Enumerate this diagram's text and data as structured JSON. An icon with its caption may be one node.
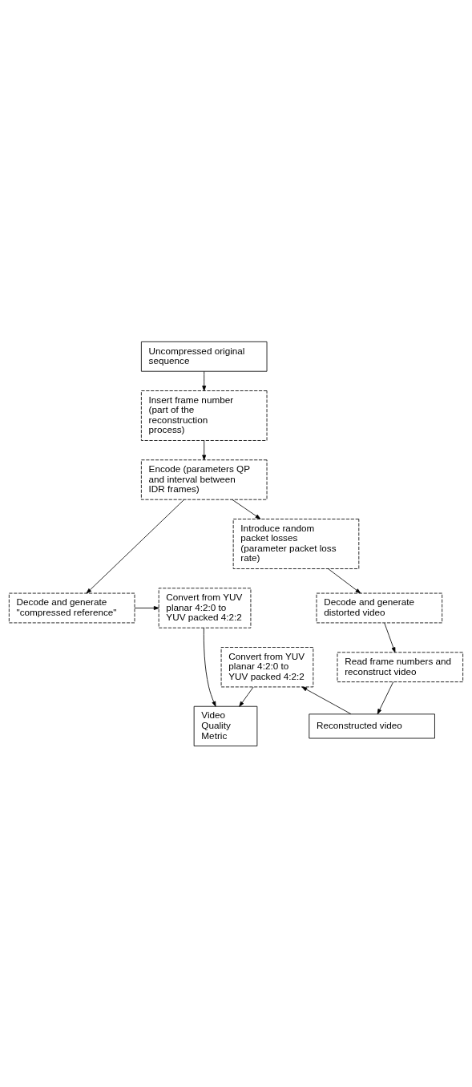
{
  "diagram": {
    "nodes": [
      {
        "text": [
          "Uncompressed original sequence"
        ]
      },
      {
        "text": [
          "Insert frame number (part of the reconstruction process)"
        ]
      },
      {
        "text": [
          "Encode (parameters QP and interval between IDR frames)"
        ]
      },
      {
        "text": [
          "Decode and generate \"compressed reference\""
        ]
      },
      {
        "text": [
          "Convert from YUV planar 4:2:0 to YUV packed 4:2:2"
        ]
      },
      {
        "text": [
          "Introduce random packet losses (parameter packet loss rate)"
        ]
      },
      {
        "text": [
          "Video Quality Metric"
        ]
      },
      {
        "text": [
          "Decode and generate distorted video"
        ]
      },
      {
        "text": [
          "Read frame numbers and reconstruct video"
        ]
      },
      {
        "text": [
          "Convert from YUV planar 4:2:0 to YUV packed 4:2:2"
        ]
      },
      {
        "text": [
          "Reconstructed video"
        ]
      }
    ],
    "edges": [
      {
        "from": 0,
        "to": 1,
        "arrow": "to"
      },
      {
        "from": 1,
        "to": 2,
        "arrow": "to"
      },
      {
        "from": 2,
        "to": 3,
        "arrow": "to"
      },
      {
        "from": 2,
        "to": 5,
        "arrow": "to"
      },
      {
        "from": 3,
        "to": 4,
        "arrow": "to"
      },
      {
        "from": 4,
        "to": 6,
        "arrow": "to"
      },
      {
        "from": 5,
        "to": 7,
        "arrow": "to"
      },
      {
        "from": 7,
        "to": 8,
        "arrow": "to"
      },
      {
        "from": 8,
        "to": 10,
        "arrow": "to"
      },
      {
        "from": 10,
        "to": 9,
        "arrow": "to"
      },
      {
        "from": 9,
        "to": 6,
        "arrow": "to"
      }
    ]
  }
}
